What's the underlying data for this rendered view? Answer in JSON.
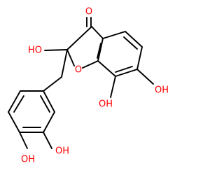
{
  "labels": {
    "carbonyl_o": "O",
    "ring_o": "O",
    "oh_c2": "HO",
    "oh_c6": "OH",
    "oh_c7": "OH",
    "oh_meta": "OH",
    "oh_para": "OH"
  },
  "colors": {
    "bond": "#000000",
    "heteroatom": "#ff0000",
    "background": "#ffffff"
  }
}
